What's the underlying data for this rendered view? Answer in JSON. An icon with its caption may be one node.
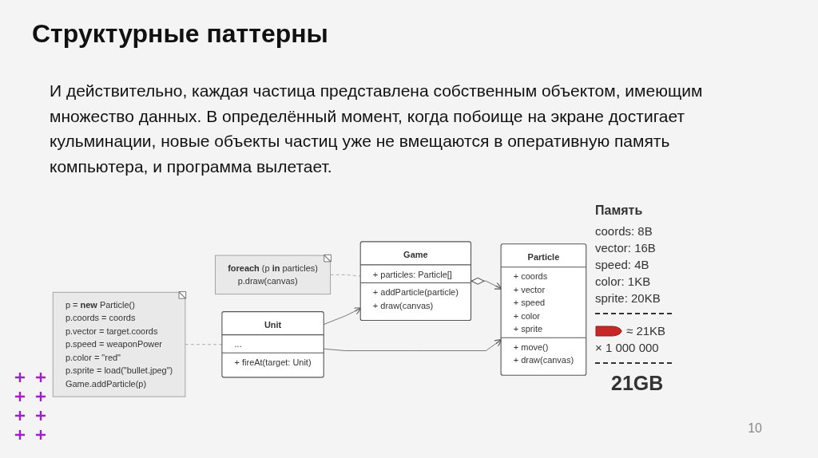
{
  "diagram": {
    "title": "Структурные паттерны",
    "nodes": [
      {
        "text": [
          "Game",
          "+ particles: Particle[]",
          "+ addParticle(particle)",
          "+ draw(canvas)"
        ]
      },
      {
        "text": [
          "Particle",
          "+ coords",
          "+ vector",
          "+ speed",
          "+ color",
          "+ sprite",
          "+ move()",
          "+ draw(canvas)"
        ]
      },
      {
        "text": [
          "**foreach** (p **in** particles)",
          "p.draw(canvas)"
        ]
      },
      {
        "text": [
          "p = **new** Particle()",
          "p.coords = coords",
          "p.vector = target.coords",
          "p.speed = weaponPower",
          "p.color = \"red\"",
          "p.sprite = load(\"bullet.jpeg\")",
          "Game.addParticle(p)"
        ]
      },
      {
        "text": [
          "Unit",
          "...",
          "+ fireAt(target: Unit)"
        ]
      }
    ],
    "edges": [
      {
        "from": 0,
        "to": 1,
        "arrow": "to"
      },
      {
        "from": 4,
        "to": 0,
        "arrow": "to"
      },
      {
        "from": 4,
        "to": 1,
        "arrow": "to"
      },
      {
        "from": 2,
        "to": 0,
        "arrow": "none",
        "style": "dashed",
        "color": "#999999"
      },
      {
        "from": 3,
        "to": 4,
        "arrow": "none",
        "style": "dashed",
        "color": "#999999"
      }
    ],
    "labels": [
      "И действительно, каждая частица представлена собственным объектом, имеющим множество данных. В определённый момент, когда побоище на экране достигает кульминации, новые объекты частиц уже не вмещаются в оперативную память компьютера, и программа вылетает.",
      "Память",
      "coords: 8B",
      "vector: 16B",
      "speed: 4B",
      "color: 1KB",
      "sprite: 20KB",
      "≈ 21KB",
      "× 1 000 000",
      "21GB",
      "10"
    ]
  }
}
